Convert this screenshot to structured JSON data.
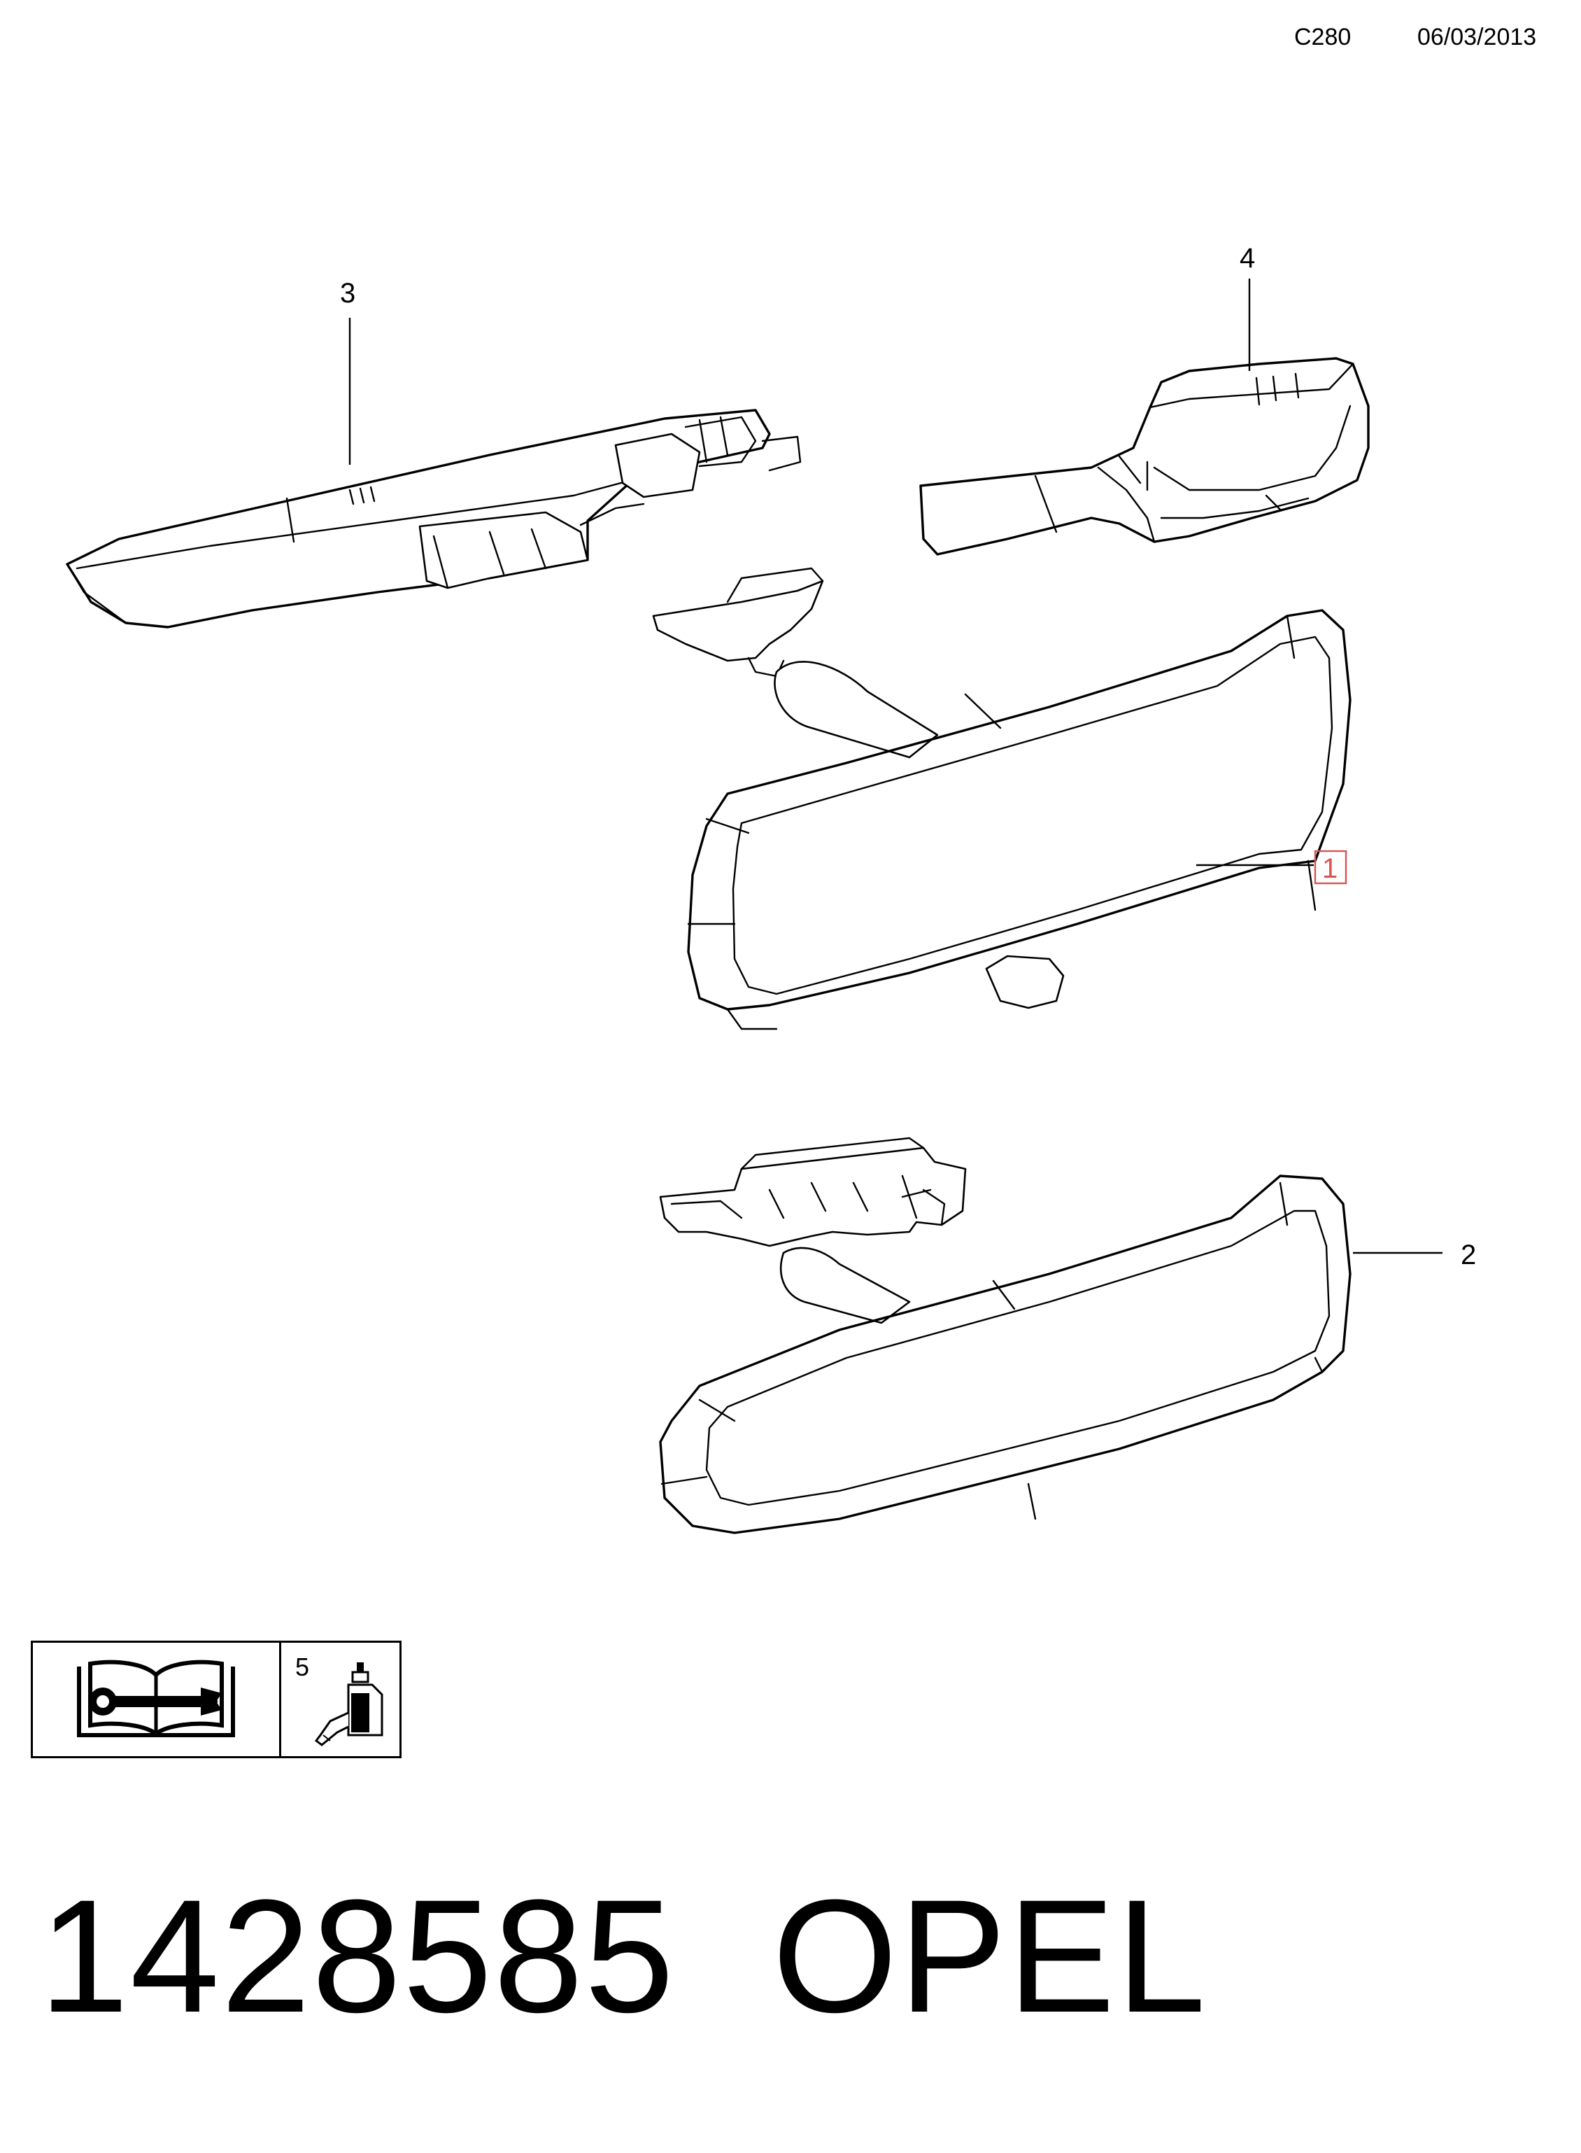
{
  "header": {
    "code": "C280",
    "date": "06/03/2013"
  },
  "callouts": {
    "c1": "1",
    "c2": "2",
    "c3": "3",
    "c4": "4",
    "c5": "5"
  },
  "highlight_color": "#d9534f",
  "legend": {
    "manual_icon": "repair-manual-wrench-icon",
    "adhesive_icon": "adhesive-bottle-icon"
  },
  "footer": {
    "part_number": "1428585",
    "brand": "OPEL"
  }
}
